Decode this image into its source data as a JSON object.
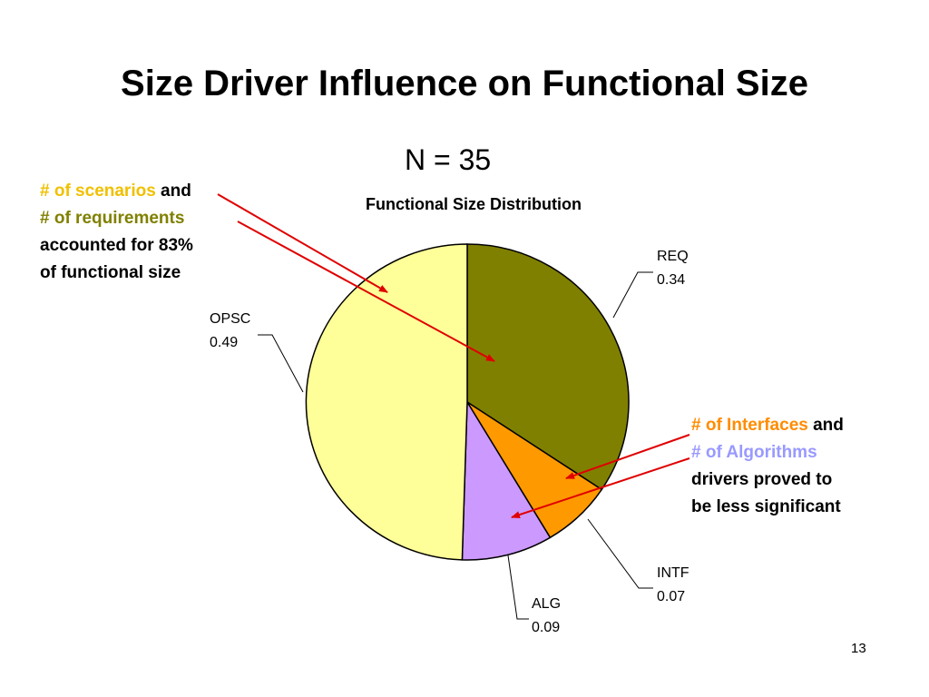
{
  "slide": {
    "title": "Size Driver Influence on Functional Size",
    "n_label": "N = 35",
    "page_number": "13"
  },
  "left_note": {
    "part1": "# of scenarios",
    "part1_color": "#f0c000",
    "part2": " and",
    "part3": "# of requirements",
    "part3_color": "#808000",
    "part4": "accounted for 83%",
    "part5": "of functional size"
  },
  "right_note": {
    "part1": "# of Interfaces",
    "part1_color": "#ff8c00",
    "part2": " and",
    "part3": "# of Algorithms",
    "part3_color": "#9999ff",
    "part4": "drivers proved to",
    "part5": "be less significant"
  },
  "chart_data": {
    "type": "pie",
    "title": "Functional Size Distribution",
    "slices": [
      {
        "name": "REQ",
        "value": 0.34,
        "color": "#808000"
      },
      {
        "name": "INTF",
        "value": 0.07,
        "color": "#ff9900"
      },
      {
        "name": "ALG",
        "value": 0.09,
        "color": "#cc99ff"
      },
      {
        "name": "OPSC",
        "value": 0.49,
        "color": "#ffff99"
      }
    ]
  }
}
